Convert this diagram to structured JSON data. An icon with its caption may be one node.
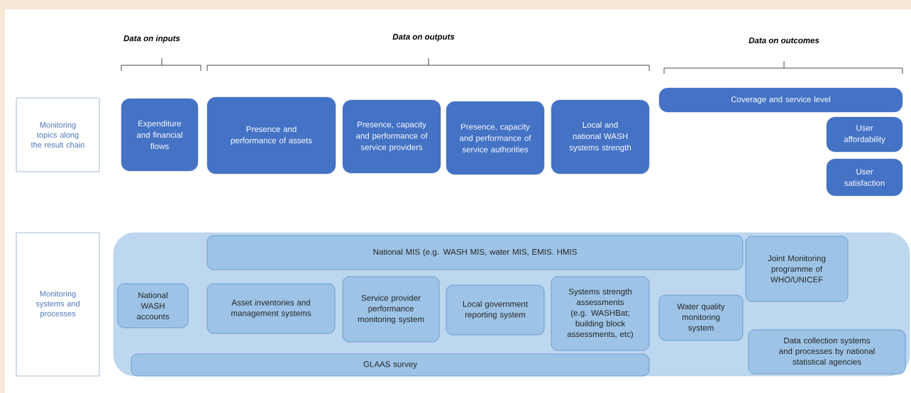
{
  "diagram": {
    "nodes": [
      {
        "text": [
          "Monitoring topics along the result chain"
        ]
      },
      {
        "text": [
          "Expenditure and financial flows"
        ]
      },
      {
        "text": [
          "Presence and performance of assets"
        ]
      },
      {
        "text": [
          "Presence, capacity and performance of service providers"
        ]
      },
      {
        "text": [
          "Presence, capacity and performance of service authorities"
        ]
      },
      {
        "text": [
          "Local and national WASH systems strength"
        ]
      },
      {
        "text": [
          "Coverage and service level"
        ]
      },
      {
        "text": [
          "User affordability"
        ]
      },
      {
        "text": [
          "User satisfaction"
        ]
      },
      {
        "text": [
          "Monitoring systems and processes"
        ]
      },
      {
        "text": [],
        "shape": "box"
      },
      {
        "text": [
          "National MIS (e.g. WASH MIS, water MIS, EMIS. HMIS"
        ],
        "in": 10
      },
      {
        "text": [
          "National WASH accounts"
        ],
        "in": 10
      },
      {
        "text": [
          "Asset inventories and management systems"
        ],
        "in": 10
      },
      {
        "text": [
          "Service provider performance monitoring system"
        ],
        "in": 10
      },
      {
        "text": [
          "Local government reporting system"
        ],
        "in": 10
      },
      {
        "text": [
          "Systems strength assessments (e.g. WASHBat; building block assessments, etc)"
        ],
        "in": 10
      },
      {
        "text": [
          "Water quality monitoring system"
        ],
        "in": 10
      },
      {
        "text": [
          "Joint Monitoring programme of WHO/UNICEF"
        ],
        "in": 10
      },
      {
        "text": [
          "Data collection systems and processes by national statistical agencies"
        ],
        "in": 10
      },
      {
        "text": [
          "GLAAS survey"
        ],
        "in": 10
      }
    ],
    "labels": [
      "Data on inputs",
      "Data on outputs",
      "Data on outcomes"
    ]
  }
}
